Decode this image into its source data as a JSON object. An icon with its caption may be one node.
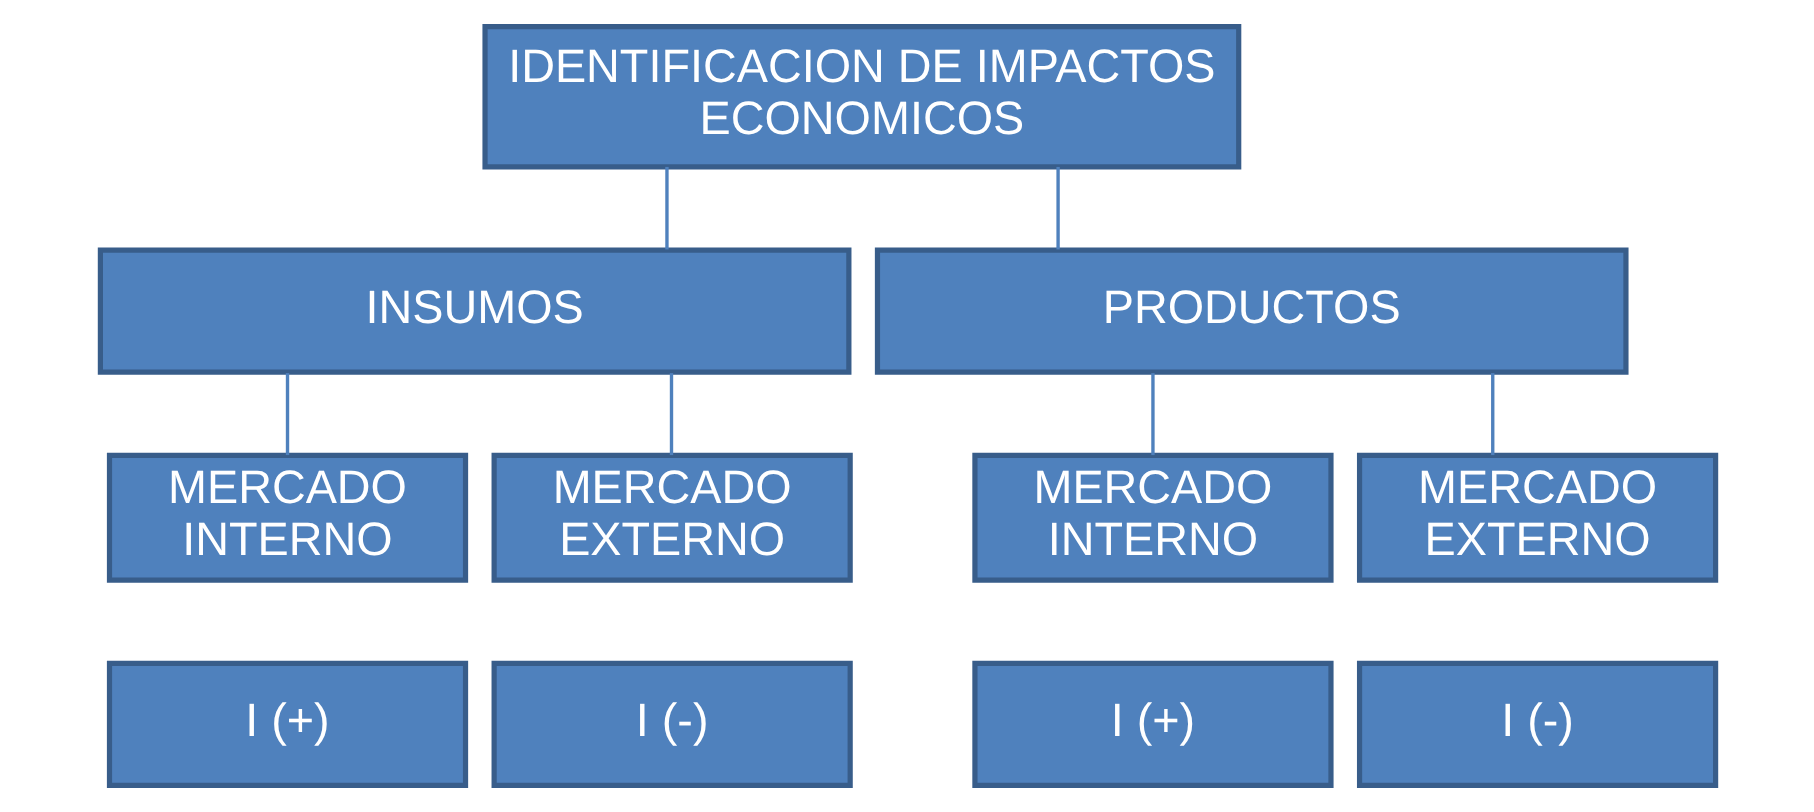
{
  "diagram": {
    "nodes": [
      {
        "text": [
          "IDENTIFICACION DE IMPACTOS ECONOMICOS"
        ]
      },
      {
        "text": [
          "INSUMOS"
        ]
      },
      {
        "text": [
          "PRODUCTOS"
        ]
      },
      {
        "text": [
          "MERCADO INTERNO"
        ]
      },
      {
        "text": [
          "MERCADO EXTERNO"
        ]
      },
      {
        "text": [
          "MERCADO INTERNO"
        ]
      },
      {
        "text": [
          "MERCADO EXTERNO"
        ]
      },
      {
        "text": [
          "I (+)"
        ]
      },
      {
        "text": [
          "I (-)"
        ]
      },
      {
        "text": [
          "I (+)"
        ]
      },
      {
        "text": [
          "I (-)"
        ]
      }
    ],
    "edges": [
      {
        "from": 0,
        "to": 1,
        "arrow": "none"
      },
      {
        "from": 0,
        "to": 2,
        "arrow": "none"
      },
      {
        "from": 1,
        "to": 3,
        "arrow": "none"
      },
      {
        "from": 1,
        "to": 4,
        "arrow": "none"
      },
      {
        "from": 2,
        "to": 5,
        "arrow": "none"
      },
      {
        "from": 2,
        "to": 6,
        "arrow": "none"
      }
    ]
  }
}
